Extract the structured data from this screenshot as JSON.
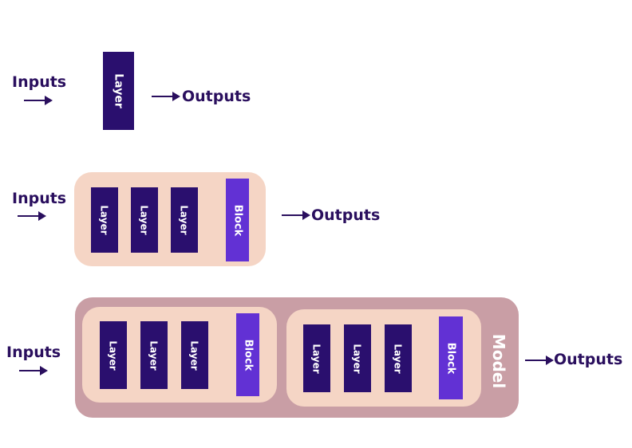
{
  "colors": {
    "text": "#2a0f5e",
    "layer": "#2a0f6e",
    "block": "#6231d4",
    "block_background": "#f5d5c5",
    "model_background": "#c99ea5"
  },
  "row1": {
    "input": "Inputs",
    "layer": "Layer",
    "output": "Outputs"
  },
  "row2": {
    "input": "Inputs",
    "layers": [
      "Layer",
      "Layer",
      "Layer"
    ],
    "block": "Block",
    "output": "Outputs"
  },
  "row3": {
    "input": "Inputs",
    "block1": {
      "layers": [
        "Layer",
        "Layer",
        "Layer"
      ],
      "block": "Block"
    },
    "block2": {
      "layers": [
        "Layer",
        "Layer",
        "Layer"
      ],
      "block": "Block"
    },
    "model": "Model",
    "output": "Outputs"
  }
}
